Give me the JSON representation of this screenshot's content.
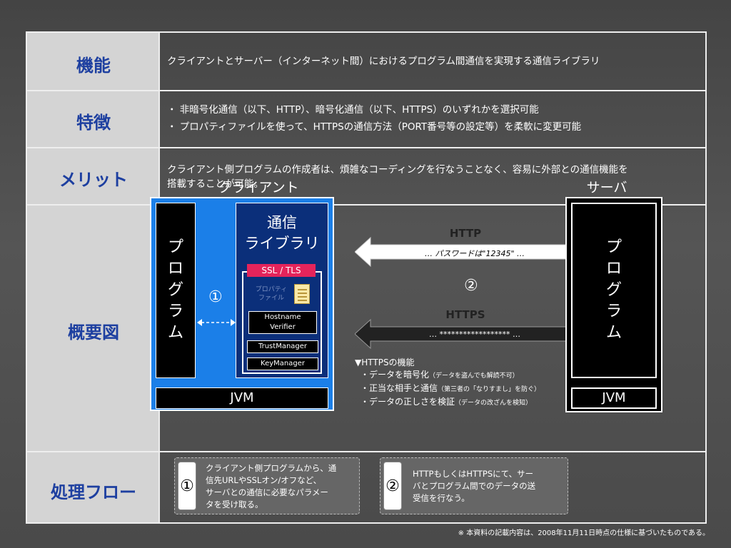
{
  "rows": {
    "function": {
      "label": "機能",
      "text": "クライアントとサーバー（インターネット間）におけるプログラム間通信を実現する通信ライブラリ"
    },
    "features": {
      "label": "特徴",
      "items": [
        "・ 非暗号化通信（以下、HTTP）、暗号化通信（以下、HTTPS）のいずれかを選択可能",
        "・ プロパティファイルを使って、HTTPSの通信方法（PORT番号等の設定等）を柔軟に変更可能"
      ]
    },
    "merit": {
      "label": "メリット",
      "line1": "クライアント側プログラムの作成者は、煩雑なコーディングを行なうことなく、容易に外部との通信機能を",
      "line2": "搭載することが可能。"
    },
    "overview": {
      "label": "概要図"
    },
    "flow": {
      "label": "処理フロー"
    }
  },
  "diagram": {
    "client_title": "クライアント",
    "server_title": "サーバ",
    "program_chars": [
      "プ",
      "ロ",
      "グ",
      "ラ",
      "ム"
    ],
    "library_line1": "通信",
    "library_line2": "ライブラリ",
    "ssl_label": "SSL / TLS",
    "property_file_line1": "プロパティ",
    "property_file_line2": "ファイル",
    "hostname_line1": "Hostname",
    "hostname_line2": "Verifier",
    "trust_manager": "TrustManager",
    "key_manager": "KeyManager",
    "jvm": "JVM",
    "step1": "①",
    "step2": "②",
    "http_label": "HTTP",
    "http_payload": "…  パスワードは\"12345\"  …",
    "https_label": "HTTPS",
    "https_payload": "…  ******************  …",
    "https_info": {
      "title": "▼HTTPSの機能",
      "items": [
        {
          "main": "・データを暗号化",
          "sub": "（データを盗んでも解読不可）"
        },
        {
          "main": "・正当な相手と通信",
          "sub": "（第三者の「なりすまし」を防ぐ）"
        },
        {
          "main": "・データの正しさを検証",
          "sub": "（データの改ざんを検知）"
        }
      ]
    }
  },
  "flow": {
    "step1": {
      "num": "①",
      "lines": [
        "クライアント側プログラムから、通",
        "信先URLやSSLオン/オフなど、",
        "サーバとの通信に必要なパラメー",
        "タを受け取る。"
      ]
    },
    "step2": {
      "num": "②",
      "lines": [
        "HTTPもしくはHTTPSにて、サー",
        "バとプログラム間でのデータの送",
        "受信を行なう。"
      ]
    }
  },
  "footnote": "※ 本資料の記載内容は、2008年11月11日時点の仕様に基づいたものである。",
  "colors": {
    "label_text": "#1d3fa0",
    "client_blue": "#1b7fe8",
    "library_navy": "#0b2f7a",
    "ssl_pink": "#e5245b"
  }
}
